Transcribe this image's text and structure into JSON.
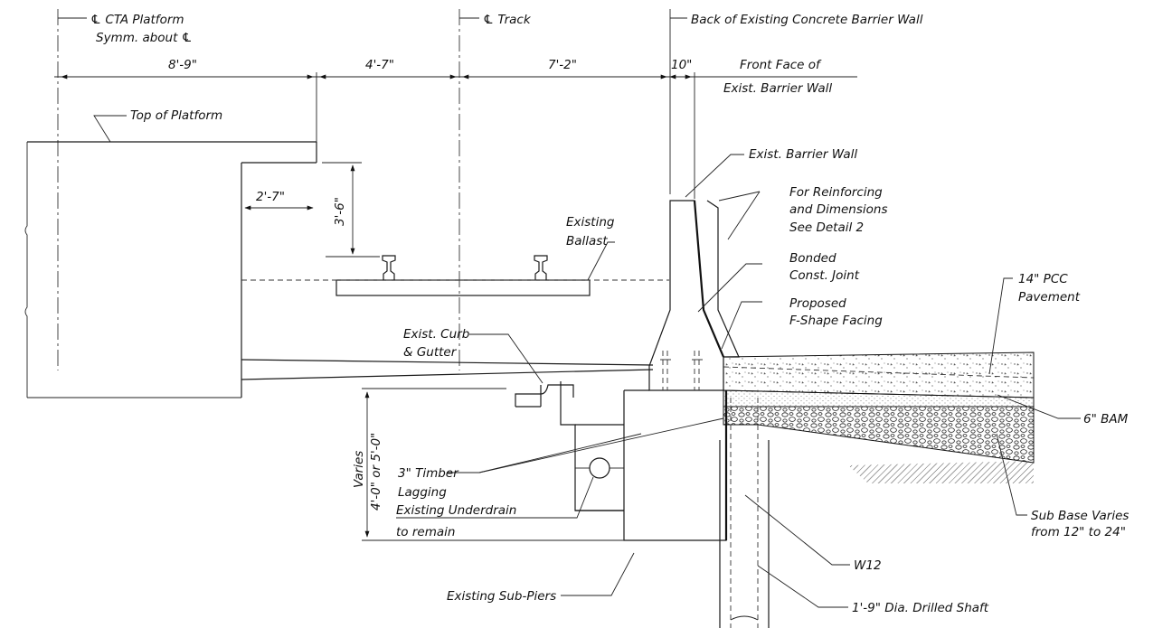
{
  "labels": {
    "cta_platform_line1": "℄ CTA Platform",
    "cta_platform_line2": "Symm. about ℄",
    "track": "℄ Track",
    "back_of_wall": "Back of Existing Concrete Barrier Wall",
    "front_face_line1": "Front Face of",
    "front_face_line2": "Exist. Barrier Wall",
    "top_of_platform": "Top of Platform",
    "exist_barrier_wall": "Exist. Barrier Wall",
    "reinf_line1": "For Reinforcing",
    "reinf_line2": "and Dimensions",
    "reinf_line3": "See Detail 2",
    "ballast_line1": "Existing",
    "ballast_line2": "Ballast",
    "joint_line1": "Bonded",
    "joint_line2": "Const. Joint",
    "facing_line1": "Proposed",
    "facing_line2": "F-Shape Facing",
    "pcc_line1": "14\" PCC",
    "pcc_line2": "Pavement",
    "curb_line1": "Exist. Curb",
    "curb_line2": "& Gutter",
    "bam": "6\" BAM",
    "lagging_line1": "3\" Timber",
    "lagging_line2": "Lagging",
    "underdrain_line1": "Existing Underdrain",
    "underdrain_line2": "to remain",
    "varies_line1": "Varies",
    "varies_line2": "4'-0\" or 5'-0\"",
    "subbase_line1": "Sub Base Varies",
    "subbase_line2": "from 12\" to 24\"",
    "sub_piers": "Existing Sub-Piers",
    "w12": "W12",
    "drilled_shaft": "1'-9\" Dia. Drilled Shaft"
  },
  "dimensions": {
    "d1": "8'-9\"",
    "d2": "4'-7\"",
    "d3": "7'-2\"",
    "d4": "10\"",
    "platform_edge": "2'-7\"",
    "rail_height": "3'-6\""
  }
}
